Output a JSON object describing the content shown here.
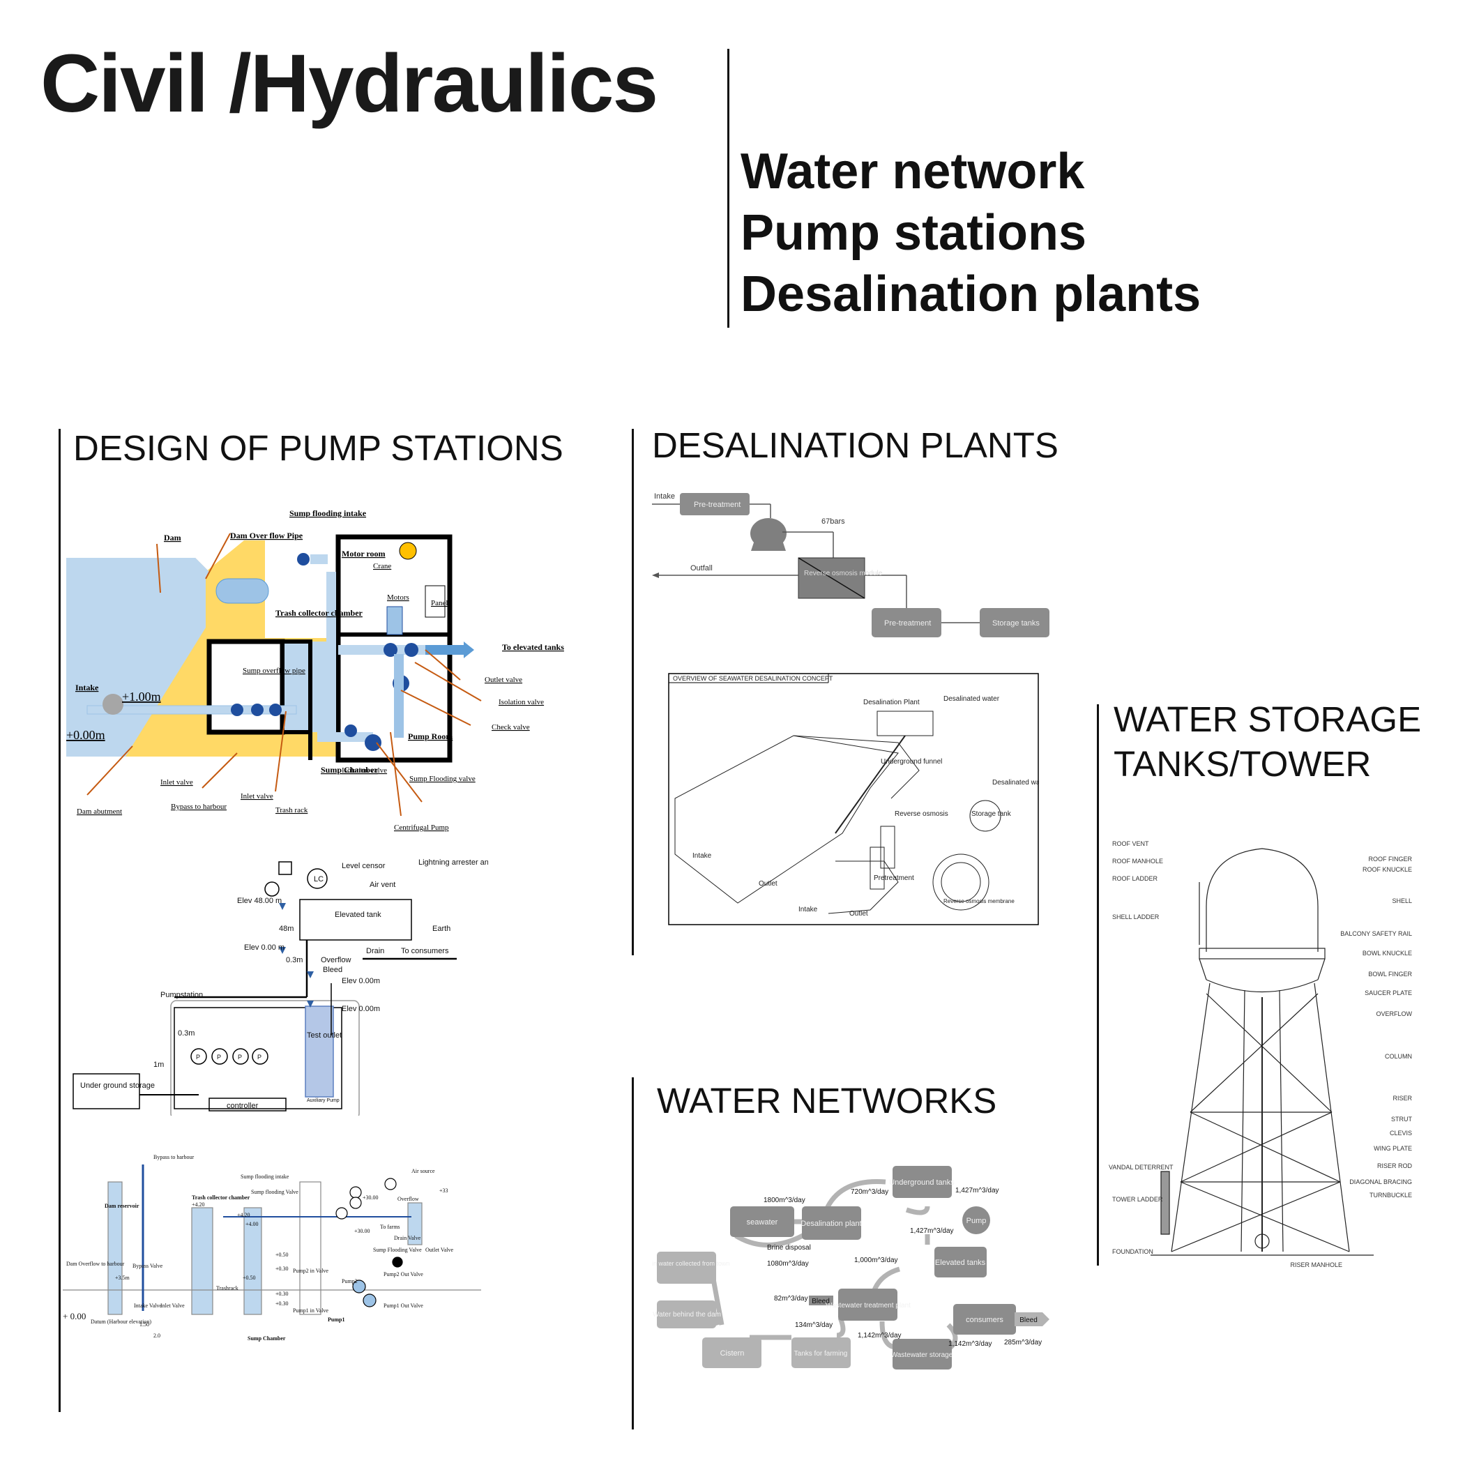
{
  "header": {
    "title": "Civil /Hydraulics",
    "subtitles": [
      "Water network",
      "Pump stations",
      "Desalination plants"
    ]
  },
  "sections": {
    "pump": "DESIGN OF PUMP STATIONS",
    "desal": "DESALINATION PLANTS",
    "storage": [
      "WATER STORAGE",
      "TANKS/TOWER"
    ],
    "networks": "WATER NETWORKS"
  },
  "pump_section": {
    "labels": {
      "dam": "Dam",
      "dam_overflow_pipe": "Dam Over flow Pipe",
      "sump_flooding_intake": "Sump flooding intake",
      "motor_room": "Motor room",
      "crane": "Crane",
      "motors": "Motors",
      "panel": "Panel",
      "trash_collector": "Trash collector chamber",
      "to_elevated": "To elevated tanks",
      "outlet_valve": "Outlet valve",
      "isolation_valve": "Isolation valve",
      "check_valve": "Check valve",
      "intake": "Intake",
      "plus100": "+1.00m",
      "plus000": "+0.00m",
      "sump_overflow": "Sump overflow pipe",
      "inlet_valve1": "Inlet valve",
      "inlet_valve2": "Inlet valve",
      "bypass": "Bypass to harbour",
      "trash_rack": "Trash rack",
      "dam_abutment": "Dam abutment",
      "sump_chamber": "Sump Chamber",
      "isolation_valve2": "Isolation valve",
      "sump_flooding_valve": "Sump Flooding valve",
      "pump_room": "Pump Room",
      "centrifugal": "Centrifugal Pump"
    },
    "schematic": {
      "level_censor": "Level censor",
      "lightning": "Lightning arrester antenna",
      "air_vent": "Air vent",
      "elev48": "Elev 48.00 m",
      "elevated_tank": "Elevated tank",
      "earth": "Earth",
      "m48": "48m",
      "elev0": "Elev 0.00 m",
      "drain": "Drain",
      "to_consumers": "To consumers",
      "m03": "0.3m",
      "overflow": "Overflow",
      "bleed": "Bleed",
      "elev000a": "Elev 0.00m",
      "elev000b": "Elev 0.00m",
      "pumpstation": "Pumpstation",
      "m03b": "0.3m",
      "test_outlet": "Test outlet",
      "m1": "1m",
      "underground": "Under ground storage",
      "controller": "controller",
      "auxiliary": "Auxiliary Pump",
      "lc": "LC",
      "p": "P"
    },
    "layout": {
      "air_source": "Air source",
      "overflow": "Overflow",
      "bypass": "Bypass to harbour",
      "sump_flooding_intake": "Sump flooding intake",
      "sump_flooding_valve": "Sump flooding Valve",
      "dam_reservoir": "Dam reservoir",
      "trash_collector": "Trash collector chamber",
      "to_farms": "To farms",
      "drain_valve": "Drain Valve",
      "sump_flooding_valve2": "Sump Flooding Valve",
      "outlet_valve": "Outlet Valve",
      "dam_overflow": "Dam Overflow to harbour",
      "bypass_valve": "Bypass Valve",
      "intake_valve": "Intake Valve",
      "inlet_valve": "Inlet Valve",
      "trashrack": "Trashrack",
      "pump1": "Pump1",
      "pump2": "Pump2",
      "pump1_in": "Pump1 in Valve",
      "pump2_in": "Pump2 in Valve",
      "pump2_out": "Pump2 Out Valve",
      "pump1_out": "Pump1 Out Valve",
      "datum": "+ 0.00",
      "datum_label": "Datum (Harbour elevation)",
      "sump_chamber": "Sump Chamber",
      "v150": "1.50",
      "v20": "2.0",
      "v420a": "+4.20",
      "v420b": "+4.20",
      "v400": "+4.00",
      "v3000": "+30.00",
      "v3000b": "+30.00",
      "v3000c": "+33",
      "v050": "+0.50",
      "v050b": "+0.50",
      "v030": "+0.30",
      "v030b": "+0.30",
      "v030c": "+0.30",
      "v35": "+3.5m"
    }
  },
  "desal_section": {
    "flow": {
      "intake": "Intake",
      "pretreat1": "Pre-treatment",
      "bars": "67bars",
      "outfall": "Outfall",
      "ro": "Reverse osmosis module",
      "pretreat2": "Pre-treatment",
      "storage": "Storage tanks"
    },
    "overview": {
      "title": "OVERVIEW OF SEAWATER DESALINATION CONCEPT",
      "plant": "Desalination Plant",
      "desal_water1": "Desalinated water",
      "tunnel": "Underground funnel",
      "desal_water2": "Desalinated water",
      "storage": "Storage tank",
      "ro": "Reverse osmosis",
      "intake1": "Intake",
      "outlet1": "Outlet",
      "pretreat": "Pretreatment",
      "membrane": "Reverse osmosis membrane",
      "intake2": "Intake",
      "outlet2": "Outlet"
    }
  },
  "networks_section": {
    "nodes": {
      "seawater": "seawater",
      "desal": "Desalination plant",
      "underground": "Underground tanks",
      "pump": "Pump",
      "elevated": "Elevated tanks",
      "rain": "Rain water collected from town",
      "behind": "Water behind the dam",
      "cistern": "Cistern",
      "farming": "Tanks for farming",
      "wastewater_plant": "Wastewater treatment plant",
      "consumers": "consumers",
      "ww_storage": "Wastewater storage",
      "bleed1": "Bleed",
      "bleed2": "Bleed",
      "brine": "Brine disposal"
    },
    "flows": {
      "f1800": "1800m^3/day",
      "f720": "720m^3/day",
      "f1427a": "1,427m^3/day",
      "f1427b": "1,427m^3/day",
      "f1080": "1080m^3/day",
      "f1000": "1,000m^3/day",
      "f82": "82m^3/day",
      "f134": "134m^3/day",
      "f1142a": "1,142m^3/day",
      "f1142b": "1,142m^3/day",
      "f285": "285m^3/day"
    }
  },
  "storage_section": {
    "left": [
      "ROOF VENT",
      "ROOF MANHOLE",
      "ROOF LADDER",
      "SHELL LADDER",
      "VANDAL DETERRENT",
      "TOWER LADDER",
      "FOUNDATION"
    ],
    "right": [
      "ROOF FINGER",
      "ROOF KNUCKLE",
      "SHELL",
      "BALCONY SAFETY RAIL",
      "BOWL KNUCKLE",
      "BOWL FINGER",
      "SAUCER PLATE",
      "OVERFLOW",
      "COLUMN",
      "RISER",
      "STRUT",
      "CLEVIS",
      "WING PLATE",
      "RISER ROD",
      "DIAGONAL BRACING",
      "TURNBUCKLE",
      "RISER MANHOLE"
    ]
  },
  "colors": {
    "water": "#bdd7ee",
    "dam": "#ffd966",
    "pipe": "#1f4e9e",
    "box": "#7f7f7f",
    "netbox": "#8c8c8c",
    "netlight": "#b3b3b3",
    "elev": "#2e5fa3"
  }
}
